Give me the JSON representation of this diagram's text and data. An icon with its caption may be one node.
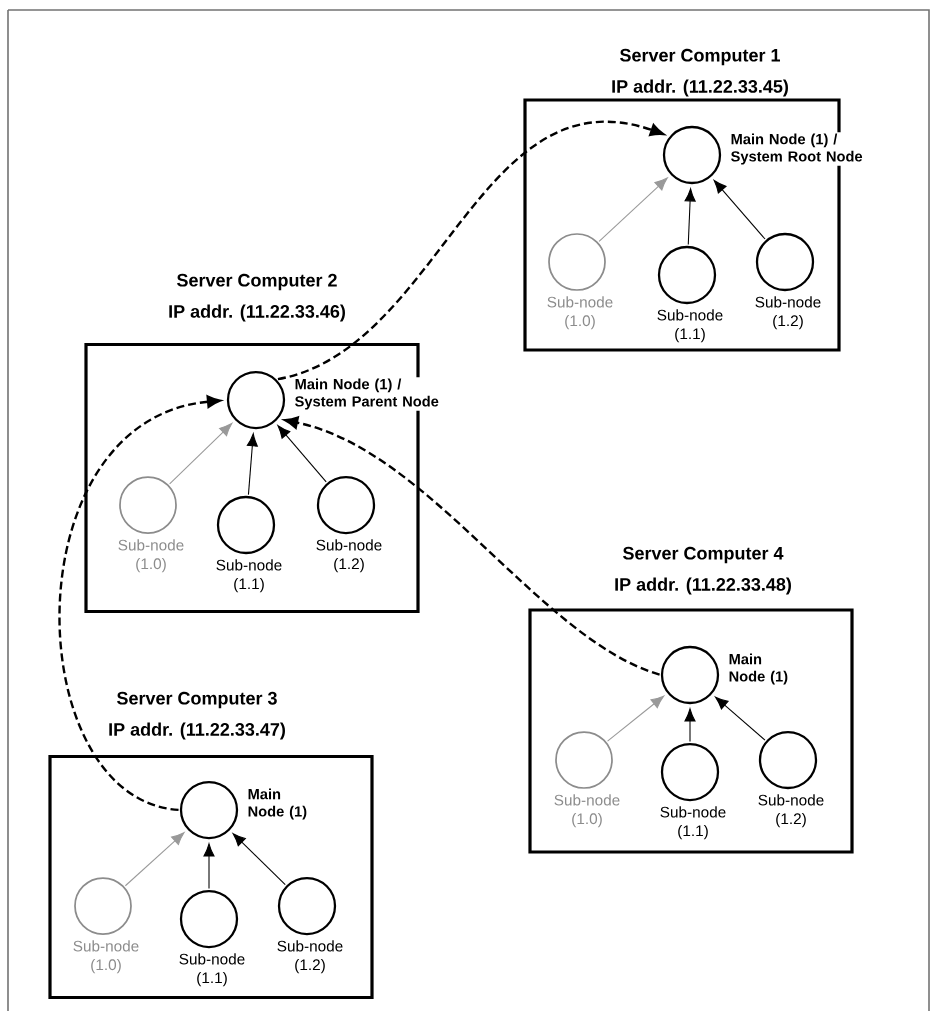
{
  "diagram": {
    "nodes": [
      {
        "text": [
          "Server Computer 1",
          "IP addr. (11.22.33.45)"
        ]
      },
      {
        "text": [],
        "shape": "circle",
        "in": 0,
        "beside": [
          "Main Node (1) / System Root Node"
        ]
      },
      {
        "text": [],
        "shape": "circle",
        "in": 0,
        "beside": [
          "Sub-node (1.0)"
        ]
      },
      {
        "text": [],
        "shape": "circle",
        "in": 0,
        "beside": [
          "Sub-node (1.1)"
        ]
      },
      {
        "text": [],
        "shape": "circle",
        "in": 0,
        "beside": [
          "Sub-node (1.2)"
        ]
      },
      {
        "text": [
          "Server Computer 2",
          "IP addr. (11.22.33.46)"
        ]
      },
      {
        "text": [],
        "shape": "circle",
        "in": 5,
        "beside": [
          "Main Node (1) / System Parent Node"
        ]
      },
      {
        "text": [],
        "shape": "circle",
        "in": 5,
        "beside": [
          "Sub-node (1.0)"
        ]
      },
      {
        "text": [],
        "shape": "circle",
        "in": 5,
        "beside": [
          "Sub-node (1.1)"
        ]
      },
      {
        "text": [],
        "shape": "circle",
        "in": 5,
        "beside": [
          "Sub-node (1.2)"
        ]
      },
      {
        "text": [
          "Server Computer 4",
          "IP addr. (11.22.33.48)"
        ]
      },
      {
        "text": [],
        "shape": "circle",
        "in": 10,
        "beside": [
          "Main Node (1)"
        ]
      },
      {
        "text": [],
        "shape": "circle",
        "in": 10,
        "beside": [
          "Sub-node (1.0)"
        ]
      },
      {
        "text": [],
        "shape": "circle",
        "in": 10,
        "beside": [
          "Sub-node (1.1)"
        ]
      },
      {
        "text": [],
        "shape": "circle",
        "in": 10,
        "beside": [
          "Sub-node (1.2)"
        ]
      },
      {
        "text": [
          "Server Computer 3",
          "IP addr. (11.22.33.47)"
        ]
      },
      {
        "text": [],
        "shape": "circle",
        "in": 15,
        "beside": [
          "Main Node (1)"
        ]
      },
      {
        "text": [],
        "shape": "circle",
        "in": 15,
        "beside": [
          "Sub-node (1.0)"
        ]
      },
      {
        "text": [],
        "shape": "circle",
        "in": 15,
        "beside": [
          "Sub-node (1.1)"
        ]
      },
      {
        "text": [],
        "shape": "circle",
        "in": 15,
        "beside": [
          "Sub-node (1.2)"
        ]
      }
    ],
    "edges": [
      {
        "from": 2,
        "to": 1,
        "arrow": "to",
        "color": "#999999"
      },
      {
        "from": 3,
        "to": 1,
        "arrow": "to"
      },
      {
        "from": 4,
        "to": 1,
        "arrow": "to"
      },
      {
        "from": 7,
        "to": 6,
        "arrow": "to",
        "color": "#999999"
      },
      {
        "from": 8,
        "to": 6,
        "arrow": "to"
      },
      {
        "from": 9,
        "to": 6,
        "arrow": "to"
      },
      {
        "from": 12,
        "to": 11,
        "arrow": "to",
        "color": "#999999"
      },
      {
        "from": 13,
        "to": 11,
        "arrow": "to"
      },
      {
        "from": 14,
        "to": 11,
        "arrow": "to"
      },
      {
        "from": 17,
        "to": 16,
        "arrow": "to",
        "color": "#999999"
      },
      {
        "from": 18,
        "to": 16,
        "arrow": "to"
      },
      {
        "from": 19,
        "to": 16,
        "arrow": "to"
      },
      {
        "from": 6,
        "to": 1,
        "arrow": "to",
        "style": "dashed"
      },
      {
        "from": 16,
        "to": 6,
        "arrow": "to",
        "style": "dashed"
      },
      {
        "from": 11,
        "to": 6,
        "arrow": "to",
        "style": "dashed"
      }
    ]
  }
}
